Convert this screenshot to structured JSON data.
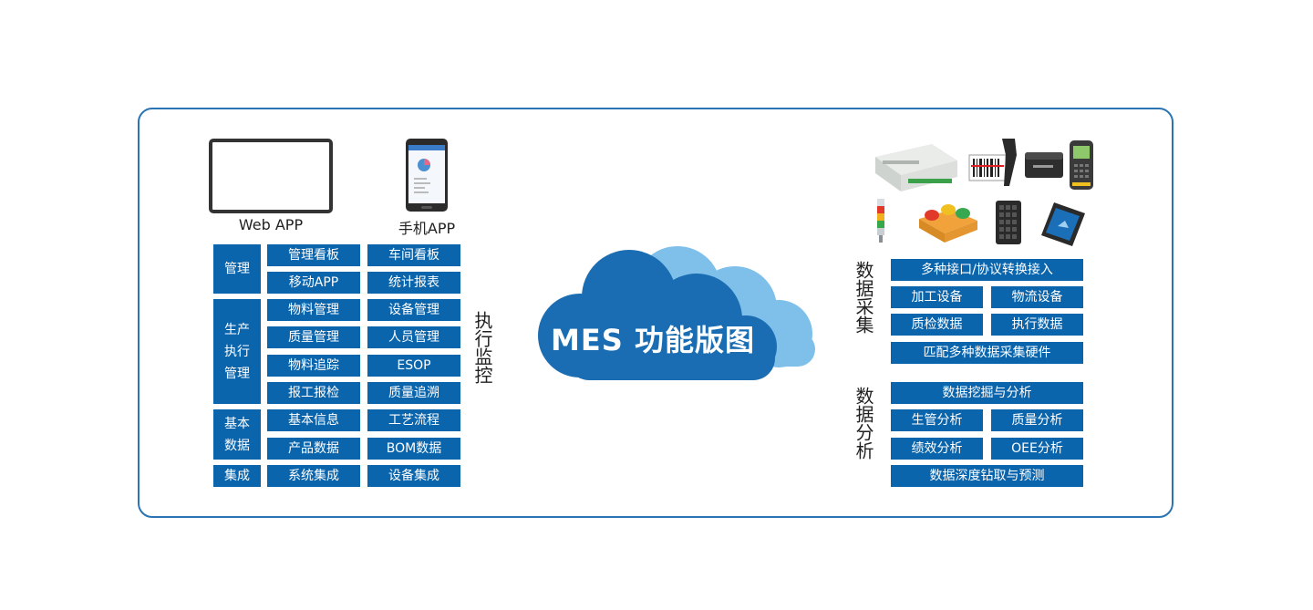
{
  "devices": {
    "web_label": "Web APP",
    "mobile_label": "手机APP"
  },
  "categories": [
    {
      "label": "管理",
      "items": [
        "管理看板",
        "车间看板",
        "移动APP",
        "统计报表"
      ]
    },
    {
      "label_lines": [
        "生产",
        "执行",
        "管理"
      ],
      "items": [
        "物料管理",
        "设备管理",
        "质量管理",
        "人员管理",
        "物料追踪",
        "ESOP",
        "报工报检",
        "质量追溯"
      ]
    },
    {
      "label_lines": [
        "基本",
        "数据"
      ],
      "items": [
        "基本信息",
        "工艺流程",
        "产品数据",
        "BOM数据"
      ]
    },
    {
      "label": "集成",
      "items": [
        "系统集成",
        "设备集成"
      ]
    }
  ],
  "exec_monitor_label": "执行监控",
  "cloud_title": "MES 功能版图",
  "data_collection": {
    "label": "数据采集",
    "rows": [
      [
        "多种接口/协议转换接入"
      ],
      [
        "加工设备",
        "物流设备"
      ],
      [
        "质检数据",
        "执行数据"
      ],
      [
        "匹配多种数据采集硬件"
      ]
    ]
  },
  "data_analysis": {
    "label": "数据分析",
    "rows": [
      [
        "数据挖掘与分析"
      ],
      [
        "生管分析",
        "质量分析"
      ],
      [
        "绩效分析",
        "OEE分析"
      ],
      [
        "数据深度钻取与预测"
      ]
    ]
  },
  "colors": {
    "box_blue": "#0b65ad",
    "cloud_dark": "#1a6db2",
    "cloud_light": "#7fc0ea",
    "frame": "#2a74b3"
  }
}
